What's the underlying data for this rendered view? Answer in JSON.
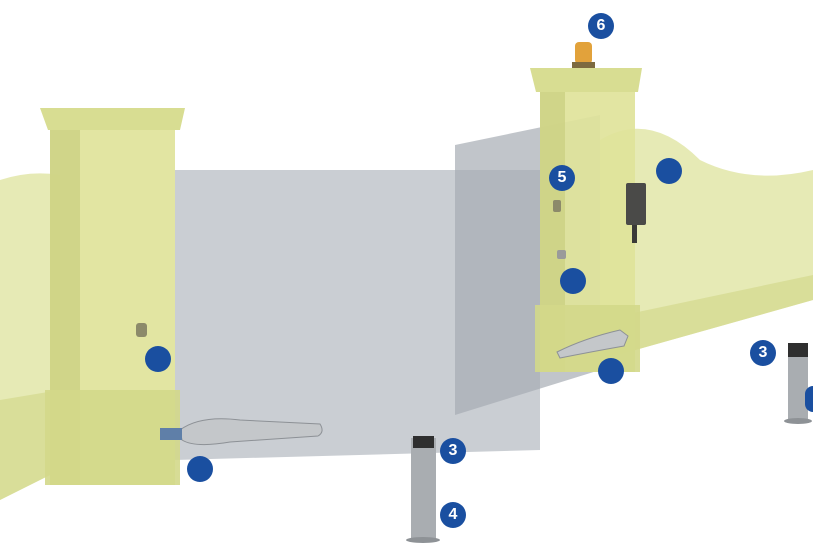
{
  "markers": [
    {
      "label": "6"
    },
    {
      "label": "5"
    },
    {
      "label": ""
    },
    {
      "label": ""
    },
    {
      "label": ""
    },
    {
      "label": ""
    },
    {
      "label": "3"
    },
    {
      "label": "3"
    },
    {
      "label": "4"
    },
    {
      "label": ""
    },
    {
      "label": ""
    }
  ],
  "colors": {
    "pillar": "#dfe39a",
    "pillar_shade": "#c9cf7f",
    "wall": "#e2e6a8",
    "gate_panel": "#b8bec4",
    "marker": "#1a4fa0",
    "post": "#a9adb1"
  }
}
